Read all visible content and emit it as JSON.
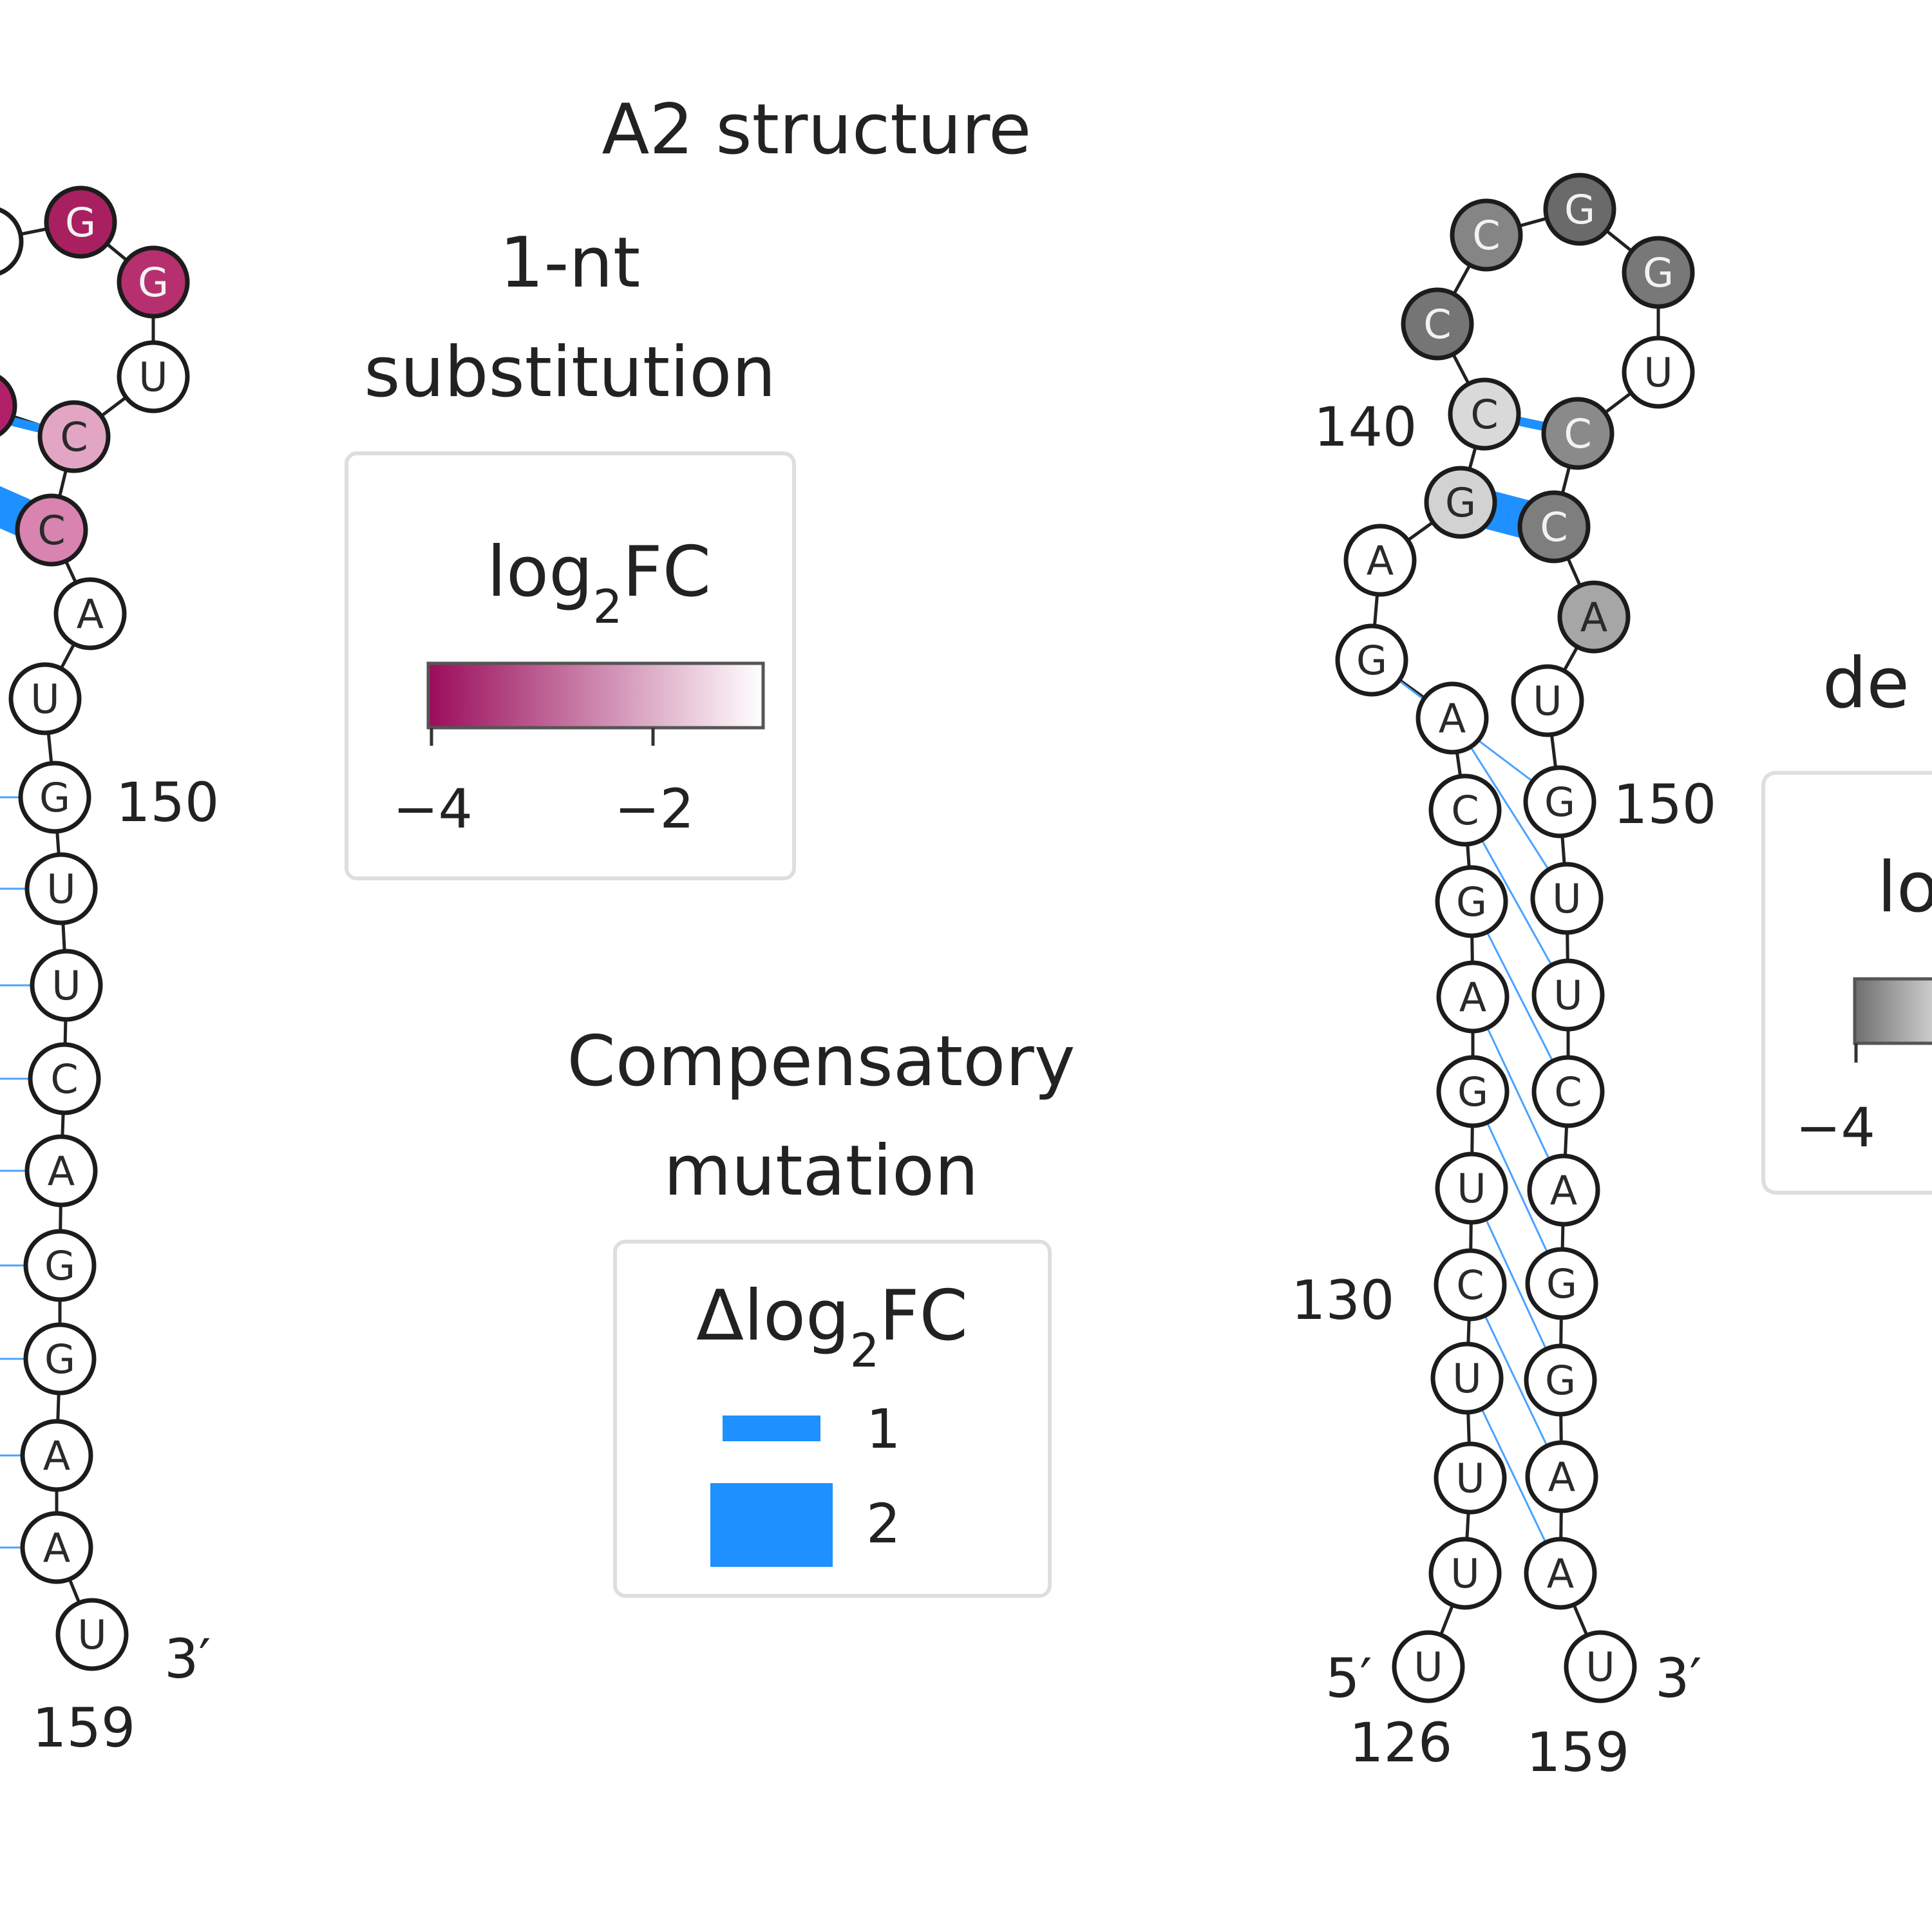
{
  "title": "A2 structure",
  "legend_substitution": {
    "title_lines": [
      "1-nt",
      "substitution"
    ],
    "scale_label": "log2FC",
    "tick_labels": [
      "−4",
      "−2"
    ],
    "color_min": "#9a0c5a",
    "color_max": "#ffffff"
  },
  "legend_compensatory": {
    "title_lines": [
      "Compensatory",
      "mutation"
    ],
    "scale_label": "Δlog2FC",
    "items": [
      {
        "label": "1",
        "color": "#1e90ff"
      },
      {
        "label": "2",
        "color": "#1e90ff"
      }
    ]
  },
  "legend_deletion_partial": {
    "title_fragment": "de",
    "scale_fragment": "lo",
    "tick_label": "−4",
    "color": "#6e6e6e"
  },
  "right_structure": {
    "five_prime_label": "5′",
    "three_prime_label": "3′",
    "start_number": "126",
    "end_number": "159",
    "position_labels": [
      "140",
      "150",
      "130"
    ],
    "nucleotides": [
      {
        "n": "U",
        "fill": "#ffffff"
      },
      {
        "n": "U",
        "fill": "#ffffff"
      },
      {
        "n": "U",
        "fill": "#ffffff"
      },
      {
        "n": "U",
        "fill": "#ffffff"
      },
      {
        "n": "C",
        "fill": "#ffffff"
      },
      {
        "n": "U",
        "fill": "#ffffff"
      },
      {
        "n": "G",
        "fill": "#ffffff"
      },
      {
        "n": "A",
        "fill": "#ffffff"
      },
      {
        "n": "G",
        "fill": "#ffffff"
      },
      {
        "n": "C",
        "fill": "#ffffff"
      },
      {
        "n": "A",
        "fill": "#ffffff"
      },
      {
        "n": "G",
        "fill": "#ffffff"
      },
      {
        "n": "A",
        "fill": "#ffffff"
      },
      {
        "n": "G",
        "fill": "#d2d2d2"
      },
      {
        "n": "C",
        "fill": "#d9d9d9"
      },
      {
        "n": "C",
        "fill": "#757575"
      },
      {
        "n": "C",
        "fill": "#858585"
      },
      {
        "n": "G",
        "fill": "#6a6a6a"
      },
      {
        "n": "G",
        "fill": "#787878"
      },
      {
        "n": "U",
        "fill": "#ffffff"
      },
      {
        "n": "C",
        "fill": "#8a8a8a"
      },
      {
        "n": "C",
        "fill": "#7e7e7e"
      },
      {
        "n": "A",
        "fill": "#a6a6a6"
      },
      {
        "n": "U",
        "fill": "#ffffff"
      },
      {
        "n": "G",
        "fill": "#ffffff"
      },
      {
        "n": "U",
        "fill": "#ffffff"
      },
      {
        "n": "U",
        "fill": "#ffffff"
      },
      {
        "n": "C",
        "fill": "#ffffff"
      },
      {
        "n": "A",
        "fill": "#ffffff"
      },
      {
        "n": "G",
        "fill": "#ffffff"
      },
      {
        "n": "G",
        "fill": "#ffffff"
      },
      {
        "n": "A",
        "fill": "#ffffff"
      },
      {
        "n": "A",
        "fill": "#ffffff"
      },
      {
        "n": "U",
        "fill": "#ffffff"
      }
    ]
  },
  "left_structure": {
    "three_prime_label": "3′",
    "end_number": "159",
    "position_label": "150",
    "nucleotides": [
      {
        "n": "G",
        "fill": "#a8205f"
      },
      {
        "n": "G",
        "fill": "#b6306f"
      },
      {
        "n": "U",
        "fill": "#ffffff"
      },
      {
        "n": "C",
        "fill": "#e2a6c4"
      },
      {
        "n": "C",
        "fill": "#d883b0"
      },
      {
        "n": "A",
        "fill": "#ffffff"
      },
      {
        "n": "U",
        "fill": "#ffffff"
      },
      {
        "n": "G",
        "fill": "#ffffff"
      },
      {
        "n": "U",
        "fill": "#ffffff"
      },
      {
        "n": "U",
        "fill": "#ffffff"
      },
      {
        "n": "C",
        "fill": "#ffffff"
      },
      {
        "n": "A",
        "fill": "#ffffff"
      },
      {
        "n": "G",
        "fill": "#ffffff"
      },
      {
        "n": "G",
        "fill": "#ffffff"
      },
      {
        "n": "A",
        "fill": "#ffffff"
      },
      {
        "n": "A",
        "fill": "#ffffff"
      },
      {
        "n": "U",
        "fill": "#ffffff"
      }
    ]
  }
}
